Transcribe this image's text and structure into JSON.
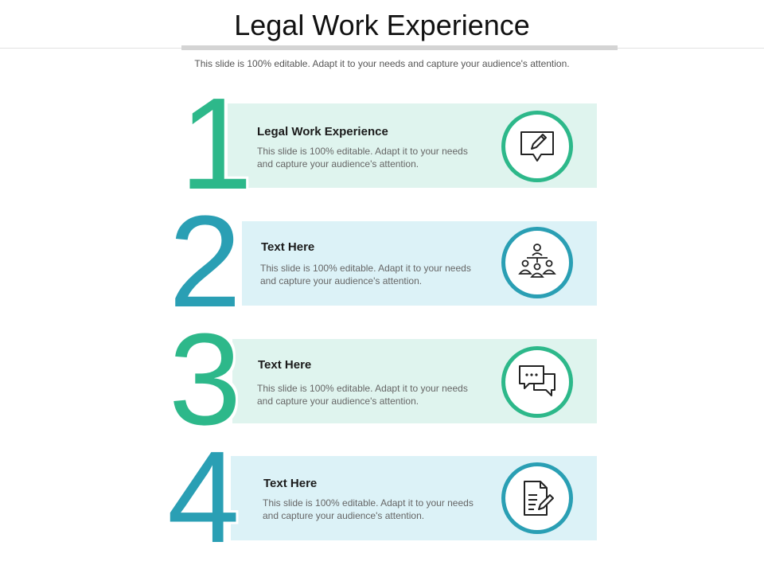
{
  "page": {
    "title": "Legal Work Experience",
    "subtitle": "This slide is 100% editable. Adapt it to your needs and capture your audience's attention."
  },
  "colors": {
    "green": "#2db88a",
    "blue": "#2a9fb4",
    "green_card": "#dff4ee",
    "blue_card": "#dcf2f7"
  },
  "items": [
    {
      "number": "1",
      "heading": "Legal Work Experience",
      "text": "This slide is 100% editable. Adapt it to your needs and capture your audience's attention.",
      "icon": "pencil-speech-bubble-icon"
    },
    {
      "number": "2",
      "heading": "Text Here",
      "text": "This slide is 100% editable. Adapt it to your needs and capture your audience's attention.",
      "icon": "team-meeting-icon"
    },
    {
      "number": "3",
      "heading": "Text Here",
      "text": "This slide is 100% editable. Adapt it to your needs and capture your audience's attention.",
      "icon": "chat-bubbles-icon"
    },
    {
      "number": "4",
      "heading": "Text Here",
      "text": "This slide is 100% editable. Adapt it to your needs and capture your audience's attention.",
      "icon": "document-pen-icon"
    }
  ]
}
